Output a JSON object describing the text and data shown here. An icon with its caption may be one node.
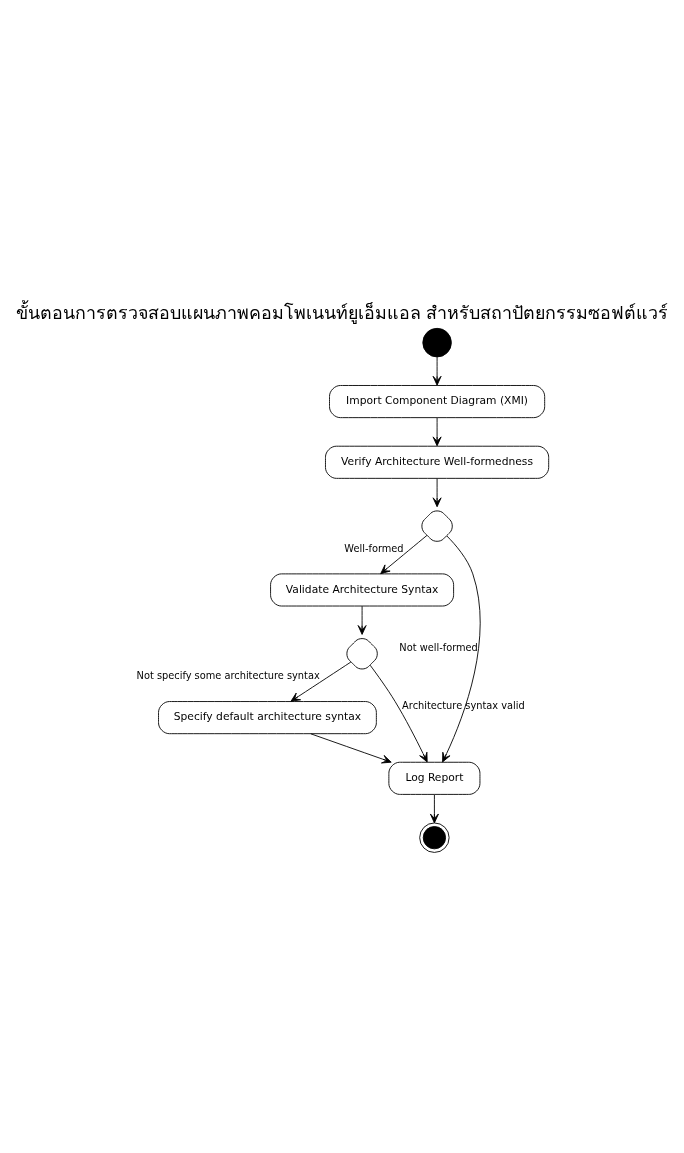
{
  "diagram": {
    "title": "ขั้นตอนการตรวจสอบแผนภาพคอมโพเนนท์ยูเอ็มแอล สำหรับสถาปัตยกรรมซอฟต์แวร์",
    "nodes": [
      {
        "text": [],
        "shape": "circle"
      },
      {
        "text": [
          "Import Component Diagram (XMI)"
        ]
      },
      {
        "text": [
          "Verify Architecture Well-formedness"
        ]
      },
      {
        "text": [],
        "shape": "diamond"
      },
      {
        "text": [
          "Validate Architecture Syntax"
        ]
      },
      {
        "text": [],
        "shape": "diamond"
      },
      {
        "text": [
          "Specify default architecture syntax"
        ]
      },
      {
        "text": [
          "Log Report"
        ]
      },
      {
        "text": [],
        "shape": "bullseye"
      }
    ],
    "edges": [
      {
        "from": 0,
        "to": 1,
        "arrow": "to"
      },
      {
        "from": 1,
        "to": 2,
        "arrow": "to"
      },
      {
        "from": 2,
        "to": 3,
        "arrow": "to"
      },
      {
        "from": 3,
        "to": 7,
        "arrow": "to",
        "label": "Not well-formed"
      },
      {
        "from": 3,
        "to": 4,
        "arrow": "to",
        "label": "Well-formed"
      },
      {
        "from": 4,
        "to": 5,
        "arrow": "to"
      },
      {
        "from": 5,
        "to": 7,
        "arrow": "to",
        "label": "Architecture syntax valid"
      },
      {
        "from": 5,
        "to": 6,
        "arrow": "to",
        "label": "Not specify some architecture syntax"
      },
      {
        "from": 6,
        "to": 7,
        "arrow": "to"
      },
      {
        "from": 7,
        "to": 8,
        "arrow": "to"
      }
    ]
  }
}
